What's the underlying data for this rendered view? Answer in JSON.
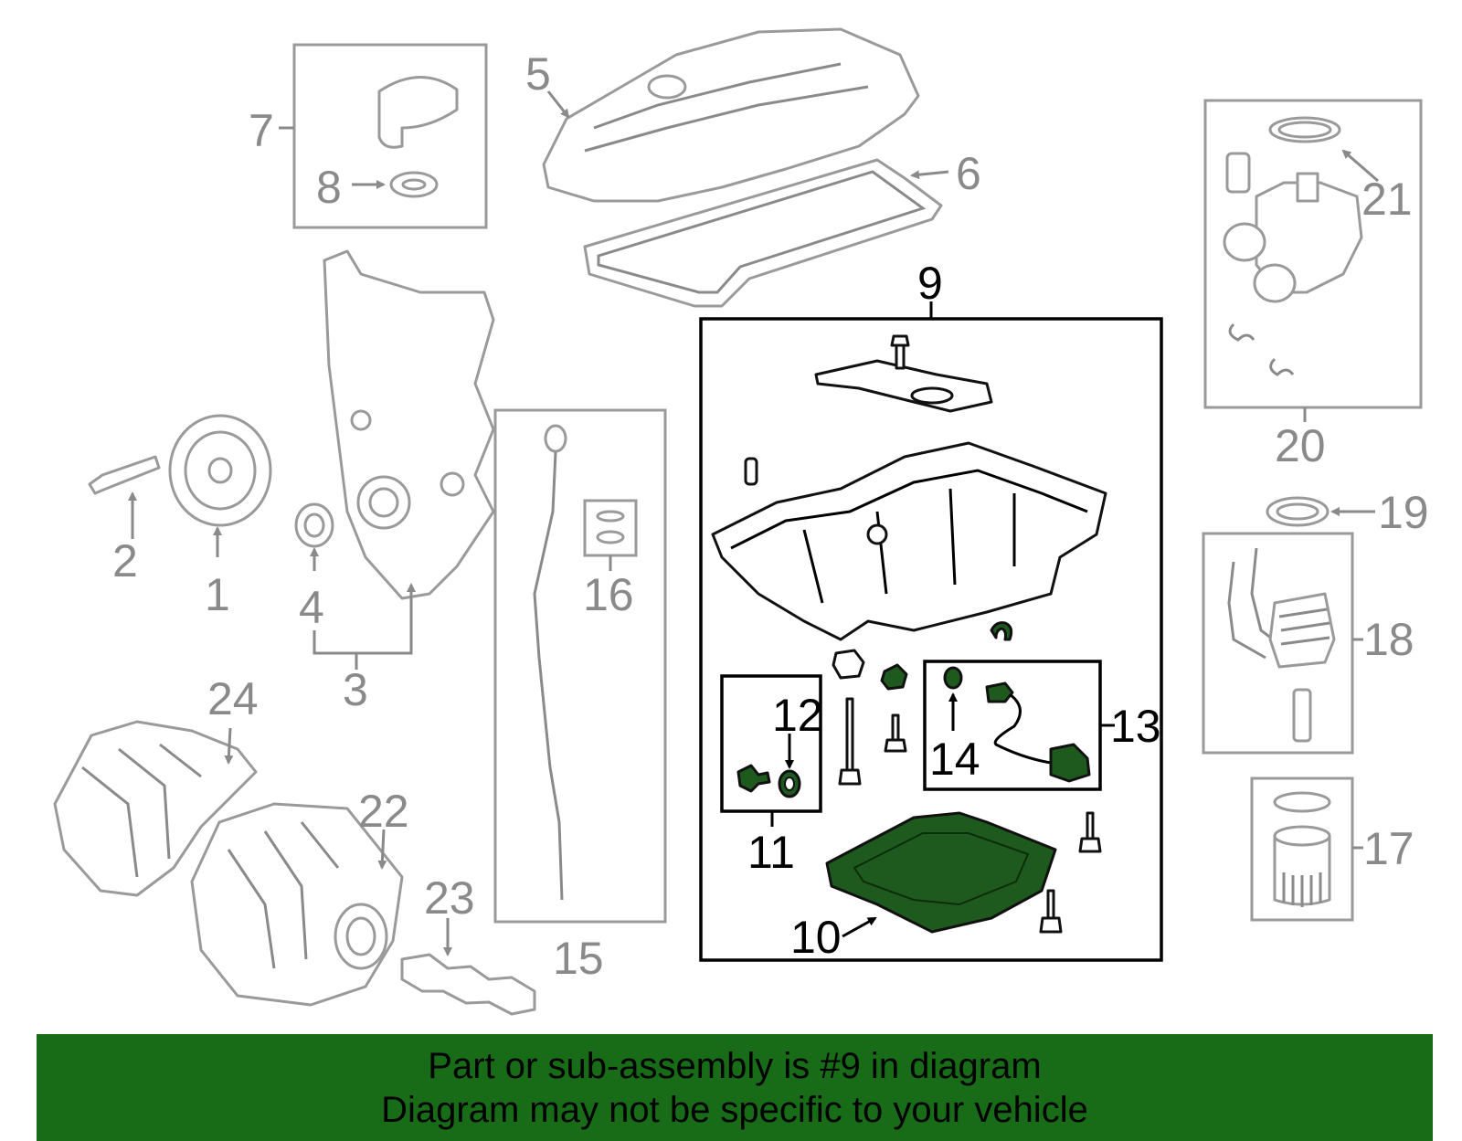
{
  "callouts": {
    "c1": "1",
    "c2": "2",
    "c3": "3",
    "c4": "4",
    "c5": "5",
    "c6": "6",
    "c7": "7",
    "c8": "8",
    "c9": "9",
    "c10": "10",
    "c11": "11",
    "c12": "12",
    "c13": "13",
    "c14": "14",
    "c15": "15",
    "c16": "16",
    "c17": "17",
    "c18": "18",
    "c19": "19",
    "c20": "20",
    "c21": "21",
    "c22": "22",
    "c23": "23",
    "c24": "24"
  },
  "banner": {
    "line1": "Part or sub-assembly is #9 in diagram",
    "line2": "Diagram may not be specific to your vehicle"
  },
  "colors": {
    "banner_bg": "#186c18",
    "highlight_part": "#1e5a1e",
    "faded_part": "#9a9a9a",
    "active_part": "#111111"
  }
}
